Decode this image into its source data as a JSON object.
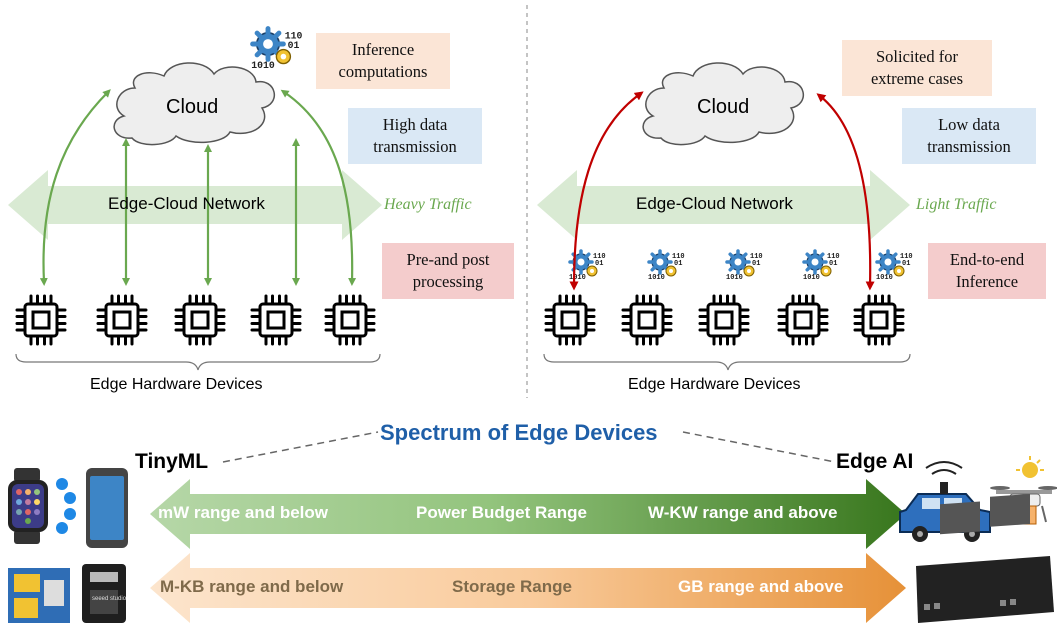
{
  "colors": {
    "green_arrow": "#6aa84f",
    "red_arrow": "#c00000",
    "network_band": "#d9ead3",
    "annotation_orange": "#fbe5d6",
    "annotation_blue": "#dae8f5",
    "annotation_red": "#f4cccc",
    "spectrum_title": "#1f5fa8",
    "power_bar_dark": "#3d7a2a",
    "power_bar_light": "#b6d7a8",
    "storage_bar_dark": "#e69138",
    "storage_bar_light": "#fce5cd"
  },
  "left_panel": {
    "cloud_label": "Cloud",
    "network_label": "Edge-Cloud Network",
    "traffic_label": "Heavy Traffic",
    "devices_label": "Edge Hardware Devices",
    "note_top": [
      "Inference",
      "computations"
    ],
    "note_middle": [
      "High data",
      "transmission"
    ],
    "note_bottom": [
      "Pre-and post",
      "processing"
    ]
  },
  "right_panel": {
    "cloud_label": "Cloud",
    "network_label": "Edge-Cloud Network",
    "traffic_label": "Light Traffic",
    "devices_label": "Edge Hardware Devices",
    "note_top": [
      "Solicited for",
      "extreme cases"
    ],
    "note_middle": [
      "Low data",
      "transmission"
    ],
    "note_bottom": [
      "End-to-end",
      "Inference"
    ]
  },
  "spectrum": {
    "title": "Spectrum of Edge Devices",
    "left_label": "TinyML",
    "right_label": "Edge AI",
    "power": {
      "left": "mW range and below",
      "center": "Power Budget Range",
      "right": "W-KW range and above"
    },
    "storage": {
      "left": "M-KB range and below",
      "center": "Storage Range",
      "right": "GB range and above"
    }
  },
  "icons": [
    "gear-binary-icon",
    "chip-icon",
    "smartwatch-icon",
    "smartphone-icon",
    "microcontroller-board-icon",
    "autonomous-car-icon",
    "drone-icon",
    "gpu-board-icon"
  ]
}
